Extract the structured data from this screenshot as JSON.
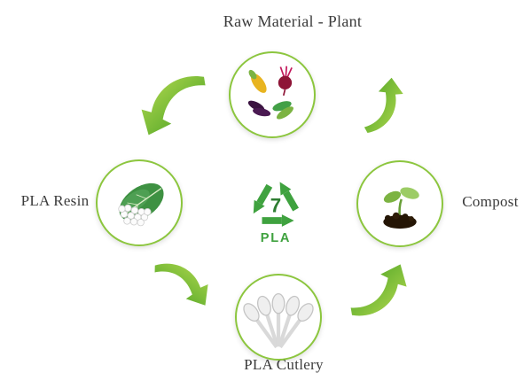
{
  "labels": {
    "top": "Raw Material - Plant",
    "left": "PLA Resin",
    "right": "Compost",
    "bottom": "PLA Cutlery",
    "center_number": "7",
    "center_code": "PLA"
  },
  "cycle_order": [
    "Raw Material - Plant",
    "PLA Resin",
    "PLA Cutlery",
    "Compost"
  ],
  "icons": {
    "top": "plants-raw-material-icon",
    "left": "leaf-with-resin-pellets-icon",
    "right": "seedling-compost-icon",
    "bottom": "cutlery-icon",
    "center": "recycling-triangle-icon",
    "arrows": "curved-cycle-arrow-icon"
  },
  "colors": {
    "arrow_gradient_start": "#b8dc52",
    "arrow_gradient_end": "#3f9c1f",
    "circle_ring": "#8cc63e",
    "recycle_green": "#3fa23f",
    "label_text": "#3b3b3b"
  }
}
